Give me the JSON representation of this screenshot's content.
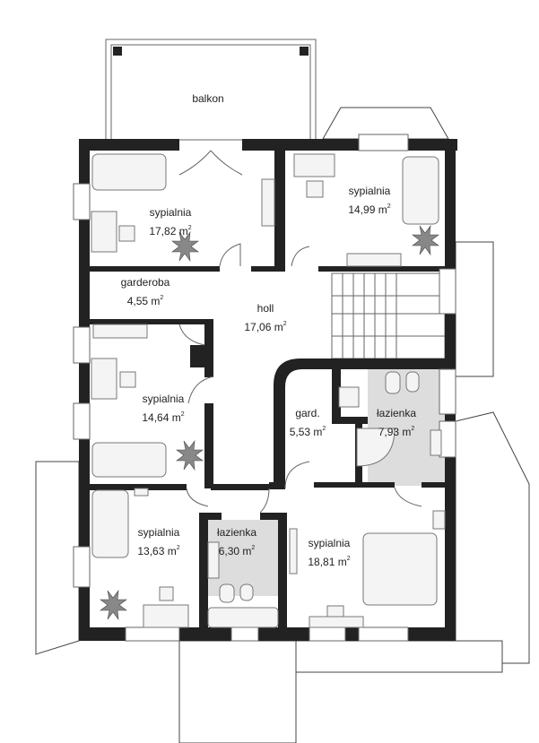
{
  "rooms": [
    {
      "name": "balkon",
      "area": ""
    },
    {
      "name": "sypialnia",
      "area": "17,82"
    },
    {
      "name": "sypialnia",
      "area": "14,99"
    },
    {
      "name": "garderoba",
      "area": "4,55"
    },
    {
      "name": "holl",
      "area": "17,06"
    },
    {
      "name": "sypialnia",
      "area": "14,64"
    },
    {
      "name": "gard.",
      "area": "5,53"
    },
    {
      "name": "łazienka",
      "area": "7,93"
    },
    {
      "name": "sypialnia",
      "area": "13,63"
    },
    {
      "name": "łazienka",
      "area": "6,30"
    },
    {
      "name": "sypialnia",
      "area": "18,81"
    }
  ],
  "unit": {
    "base": "m",
    "exp": "2"
  },
  "colors": {
    "wall": "#222222",
    "tile": "#dddddd",
    "plant": "#888888"
  }
}
